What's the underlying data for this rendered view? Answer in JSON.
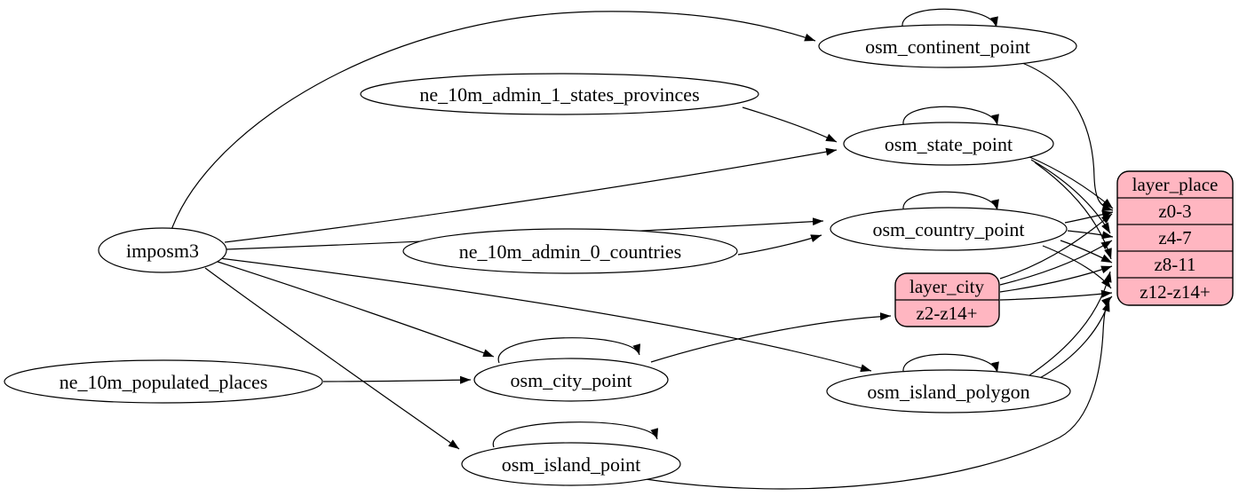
{
  "diagram": {
    "type": "etl-graph",
    "background": "#ffffff",
    "edge_color": "#000000",
    "table_fill": "#ffffff",
    "table_stroke": "#000000",
    "record_fill": "#ffb6c1",
    "tables": [
      {
        "id": "imposm3",
        "label": "imposm3"
      },
      {
        "id": "ne_10m_admin_1_states_provinces",
        "label": "ne_10m_admin_1_states_provinces"
      },
      {
        "id": "ne_10m_admin_0_countries",
        "label": "ne_10m_admin_0_countries"
      },
      {
        "id": "ne_10m_populated_places",
        "label": "ne_10m_populated_places"
      },
      {
        "id": "osm_continent_point",
        "label": "osm_continent_point"
      },
      {
        "id": "osm_state_point",
        "label": "osm_state_point"
      },
      {
        "id": "osm_country_point",
        "label": "osm_country_point"
      },
      {
        "id": "osm_city_point",
        "label": "osm_city_point"
      },
      {
        "id": "osm_island_polygon",
        "label": "osm_island_polygon"
      },
      {
        "id": "osm_island_point",
        "label": "osm_island_point"
      }
    ],
    "records": [
      {
        "id": "layer_city",
        "title": "layer_city",
        "rows": [
          "z2-z14+"
        ]
      },
      {
        "id": "layer_place",
        "title": "layer_place",
        "rows": [
          "z0-3",
          "z4-7",
          "z8-11",
          "z12-z14+"
        ]
      }
    ],
    "edges": [
      {
        "from": "imposm3",
        "to": "osm_continent_point"
      },
      {
        "from": "imposm3",
        "to": "osm_state_point"
      },
      {
        "from": "imposm3",
        "to": "osm_country_point"
      },
      {
        "from": "imposm3",
        "to": "osm_city_point"
      },
      {
        "from": "imposm3",
        "to": "osm_island_polygon"
      },
      {
        "from": "imposm3",
        "to": "osm_island_point"
      },
      {
        "from": "ne_10m_admin_1_states_provinces",
        "to": "osm_state_point"
      },
      {
        "from": "ne_10m_admin_0_countries",
        "to": "osm_country_point"
      },
      {
        "from": "ne_10m_populated_places",
        "to": "osm_city_point"
      },
      {
        "from": "osm_continent_point",
        "to": "osm_continent_point"
      },
      {
        "from": "osm_state_point",
        "to": "osm_state_point"
      },
      {
        "from": "osm_country_point",
        "to": "osm_country_point"
      },
      {
        "from": "osm_city_point",
        "to": "osm_city_point"
      },
      {
        "from": "osm_island_polygon",
        "to": "osm_island_polygon"
      },
      {
        "from": "osm_island_point",
        "to": "osm_island_point"
      },
      {
        "from": "osm_continent_point",
        "to": "layer_place",
        "port": "z0-3"
      },
      {
        "from": "osm_state_point",
        "to": "layer_place",
        "port": "z0-3"
      },
      {
        "from": "osm_state_point",
        "to": "layer_place",
        "port": "z4-7"
      },
      {
        "from": "osm_state_point",
        "to": "layer_place",
        "port": "z8-11"
      },
      {
        "from": "osm_country_point",
        "to": "layer_place",
        "port": "z0-3"
      },
      {
        "from": "osm_country_point",
        "to": "layer_place",
        "port": "z4-7"
      },
      {
        "from": "osm_country_point",
        "to": "layer_place",
        "port": "z8-11"
      },
      {
        "from": "osm_country_point",
        "to": "layer_place",
        "port": "z12-z14+"
      },
      {
        "from": "osm_city_point",
        "to": "layer_city",
        "port": "z2-z14+"
      },
      {
        "from": "layer_city",
        "to": "layer_place",
        "port": "z0-3"
      },
      {
        "from": "layer_city",
        "to": "layer_place",
        "port": "z4-7"
      },
      {
        "from": "layer_city",
        "to": "layer_place",
        "port": "z8-11"
      },
      {
        "from": "layer_city",
        "to": "layer_place",
        "port": "z12-z14+"
      },
      {
        "from": "osm_island_polygon",
        "to": "layer_place",
        "port": "z8-11"
      },
      {
        "from": "osm_island_polygon",
        "to": "layer_place",
        "port": "z12-z14+"
      },
      {
        "from": "osm_island_point",
        "to": "layer_place",
        "port": "z12-z14+"
      }
    ]
  }
}
